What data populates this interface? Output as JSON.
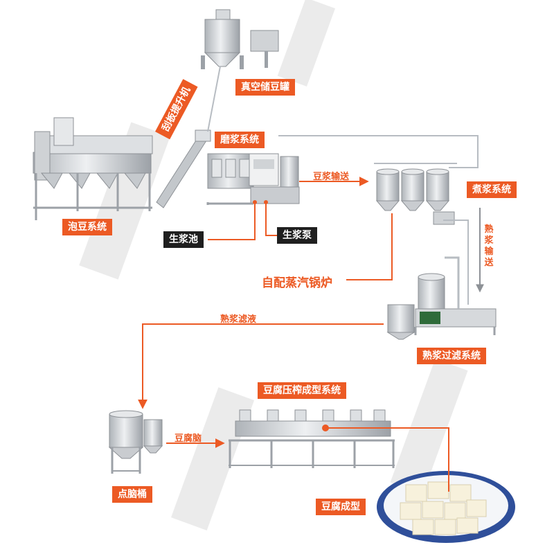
{
  "labels": {
    "vacuum_tank": "真空储豆罐",
    "scraper_elevator": "刮板提升机",
    "grinding_system": "磨浆系统",
    "soaking_system": "泡豆系统",
    "raw_pulp_pool": "生浆池",
    "raw_pulp_pump": "生浆泵",
    "soy_milk_transport": "豆浆输送",
    "boiling_system": "煮浆系统",
    "cooked_pulp_transport": "熟浆输送",
    "steam_boiler": "自配蒸汽锅炉",
    "cooked_filtrate": "熟浆滤液",
    "cooked_filter_system": "熟浆过滤系统",
    "press_system": "豆腐压榨成型系统",
    "tofu_brain": "豆腐脑",
    "brain_tub": "点脑桶",
    "tofu_formed": "豆腐成型"
  },
  "colors": {
    "accent": "#ec5a24",
    "dark_label": "#1f1f1f",
    "steel": "#c9ccd0",
    "steel_dark": "#8d9196",
    "pipe": "#b7bcc2",
    "plate_blue": "#2f4f9a"
  }
}
